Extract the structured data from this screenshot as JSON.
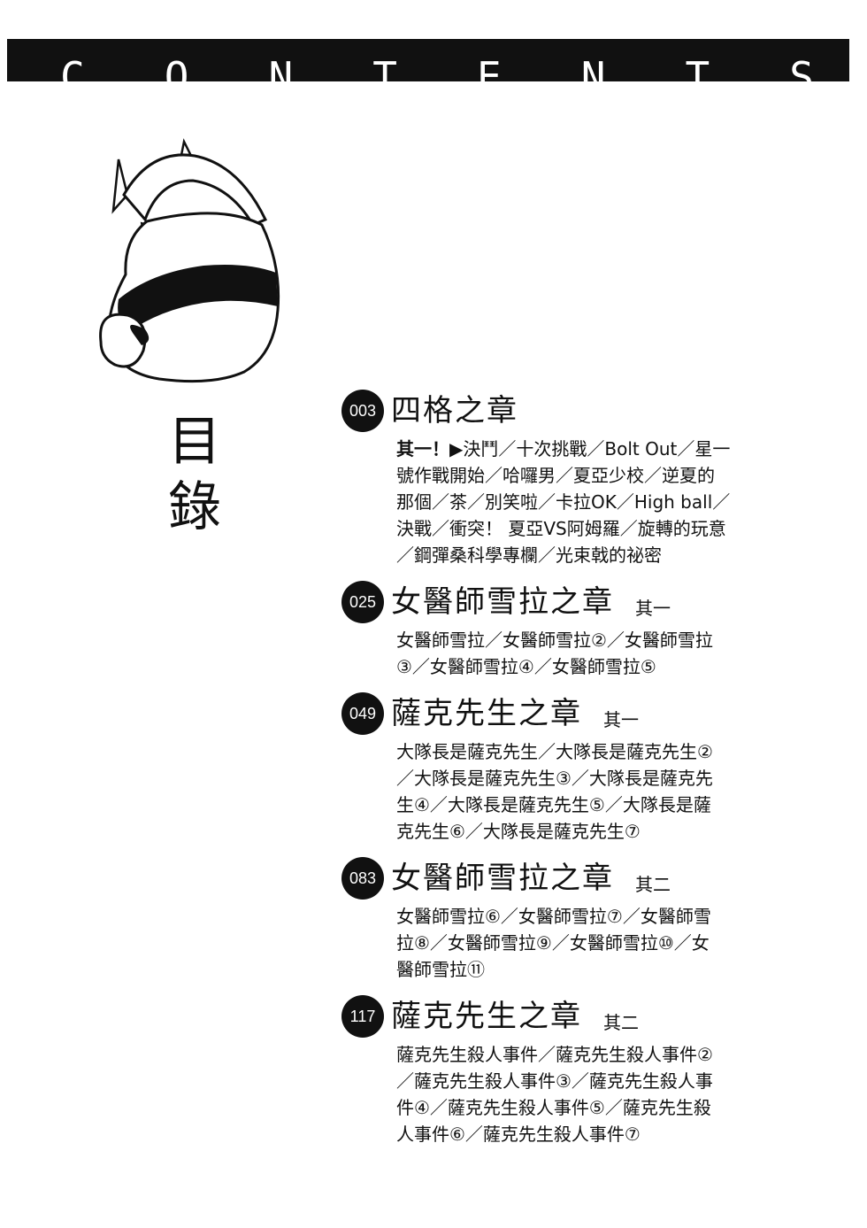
{
  "header": {
    "letters": [
      "C",
      "O",
      "N",
      "T",
      "E",
      "N",
      "T",
      "S"
    ]
  },
  "vertical_title": [
    "目",
    "錄"
  ],
  "chapters": [
    {
      "page": "003",
      "title": "四格之章",
      "sub": "",
      "lead": "其一！",
      "items": "▶決鬥／十次挑戰／Bolt Out／星一\n號作戰開始／哈囉男／夏亞少校／逆夏的\n那個／茶／別笑啦／卡拉OK／High ball／\n決戰／衝突！ 夏亞VS阿姆羅／旋轉的玩意\n／鋼彈桑科學專欄／光束戟的祕密"
    },
    {
      "page": "025",
      "title": "女醫師雪拉之章",
      "sub": "其一",
      "lead": "",
      "items": "女醫師雪拉／女醫師雪拉②／女醫師雪拉\n③／女醫師雪拉④／女醫師雪拉⑤"
    },
    {
      "page": "049",
      "title": "薩克先生之章",
      "sub": "其一",
      "lead": "",
      "items": "大隊長是薩克先生／大隊長是薩克先生②\n／大隊長是薩克先生③／大隊長是薩克先\n生④／大隊長是薩克先生⑤／大隊長是薩\n克先生⑥／大隊長是薩克先生⑦"
    },
    {
      "page": "083",
      "title": "女醫師雪拉之章",
      "sub": "其二",
      "lead": "",
      "items": "女醫師雪拉⑥／女醫師雪拉⑦／女醫師雪\n拉⑧／女醫師雪拉⑨／女醫師雪拉⑩／女\n醫師雪拉⑪"
    },
    {
      "page": "117",
      "title": "薩克先生之章",
      "sub": "其二",
      "lead": "",
      "items": "薩克先生殺人事件／薩克先生殺人事件②\n／薩克先生殺人事件③／薩克先生殺人事\n件④／薩克先生殺人事件⑤／薩克先生殺\n人事件⑥／薩克先生殺人事件⑦"
    }
  ]
}
